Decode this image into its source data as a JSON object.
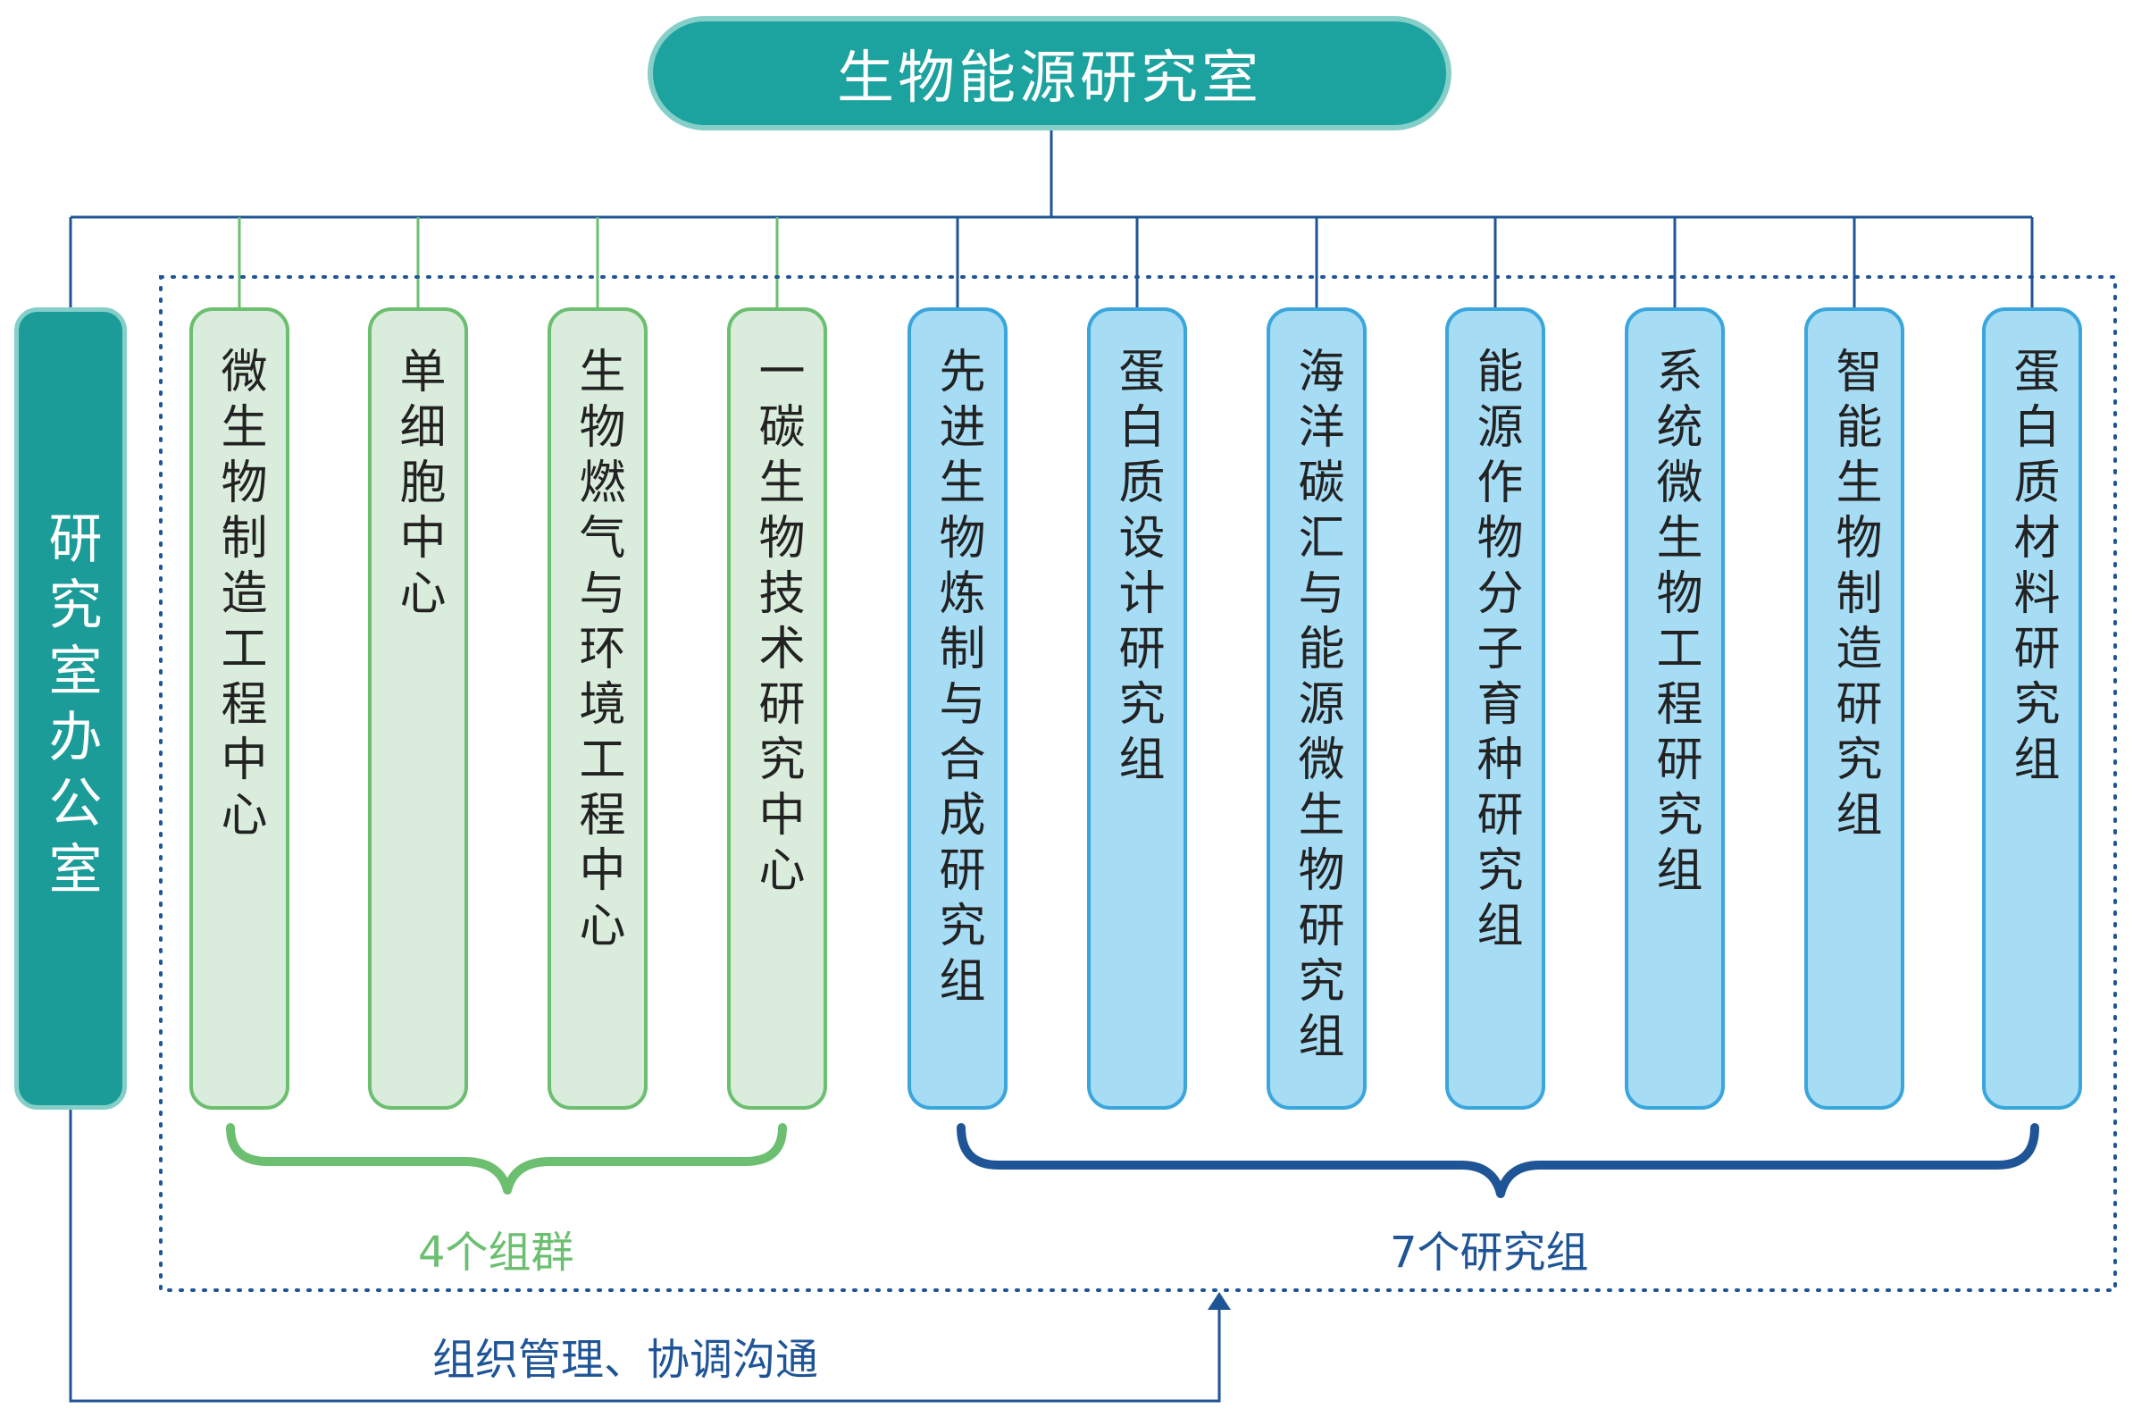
{
  "title": "生物能源研究室",
  "office": "研究室办公室",
  "centers": [
    {
      "name": "微生物制造工程中心"
    },
    {
      "name": "单细胞中心"
    },
    {
      "name": "生物燃气与环境工程中心"
    },
    {
      "name": "一碳生物技术研究中心"
    }
  ],
  "groups": [
    {
      "name": "先进生物炼制与合成研究组"
    },
    {
      "name": "蛋白质设计研究组"
    },
    {
      "name": "海洋碳汇与能源微生物研究组"
    },
    {
      "name": "能源作物分子育种研究组"
    },
    {
      "name": "系统微生物工程研究组"
    },
    {
      "name": "智能生物制造研究组"
    },
    {
      "name": "蛋白质材料研究组"
    }
  ],
  "center_brace_label": "4个组群",
  "group_brace_label": "7个研究组",
  "feedback_label": "组织管理、协调沟通",
  "colors": {
    "teal": "#1ca29f",
    "teal_border": "#86cfc9",
    "green_fill": "#daecdc",
    "green_border": "#6cbf70",
    "blue_fill": "#a7dcf5",
    "blue_border": "#3aa6dc",
    "navy": "#1f5596"
  }
}
